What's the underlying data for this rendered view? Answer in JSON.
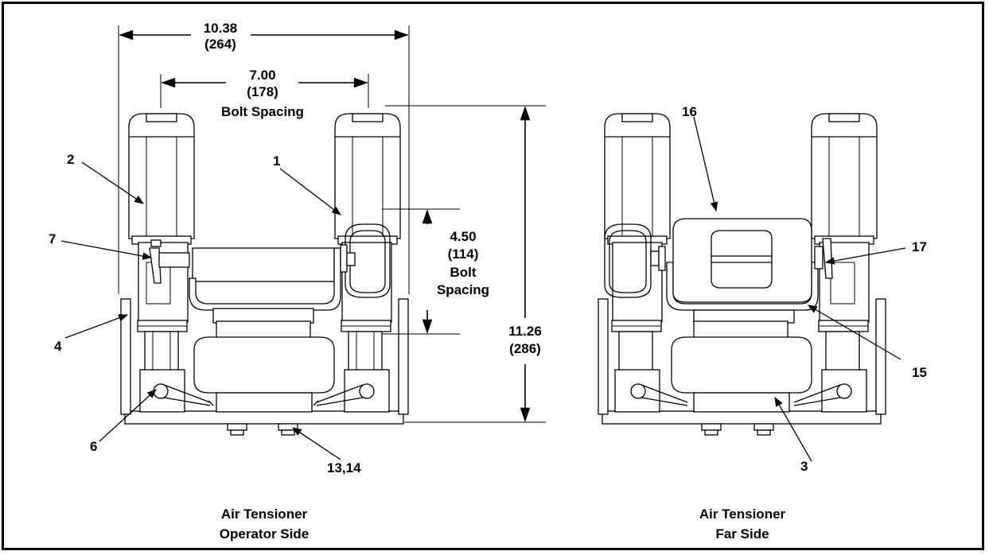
{
  "dimensions": {
    "overall_width": {
      "value": "10.38",
      "metric": "(264)"
    },
    "bolt_spacing_horizontal": {
      "value": "7.00",
      "metric": "(178)",
      "label": "Bolt Spacing"
    },
    "bolt_spacing_vertical": {
      "value": "4.50",
      "metric": "(114)",
      "label_line1": "Bolt",
      "label_line2": "Spacing"
    },
    "overall_height": {
      "value": "11.26",
      "metric": "(286)"
    }
  },
  "callouts": {
    "c1": "1",
    "c2": "2",
    "c3": "3",
    "c4": "4",
    "c6": "6",
    "c7": "7",
    "c13_14": "13,14",
    "c15": "15",
    "c16": "16",
    "c17": "17"
  },
  "captions": {
    "operator": {
      "line1": "Air Tensioner",
      "line2": "Operator Side"
    },
    "far": {
      "line1": "Air Tensioner",
      "line2": "Far Side"
    }
  }
}
